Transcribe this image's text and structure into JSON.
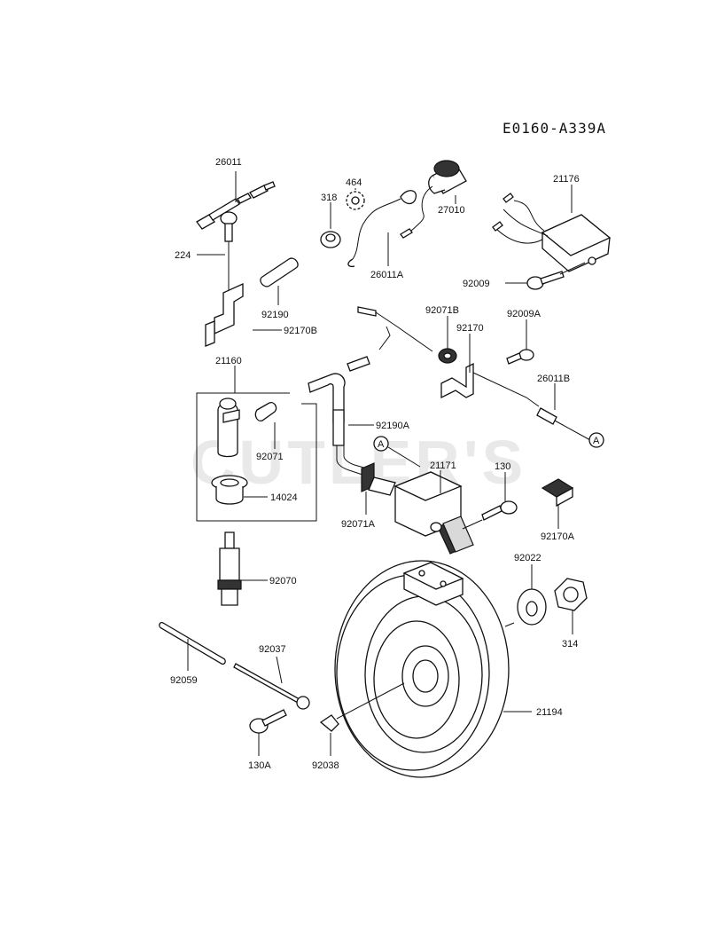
{
  "diagram_code": "E0160-A339A",
  "watermark": "CUTLER'S",
  "parts": [
    {
      "id": "p26011",
      "label": "26011"
    },
    {
      "id": "p318",
      "label": "318"
    },
    {
      "id": "p464",
      "label": "464"
    },
    {
      "id": "p27010",
      "label": "27010"
    },
    {
      "id": "p21176",
      "label": "21176"
    },
    {
      "id": "p224",
      "label": "224"
    },
    {
      "id": "p26011A",
      "label": "26011A"
    },
    {
      "id": "p92009",
      "label": "92009"
    },
    {
      "id": "p92190",
      "label": "92190"
    },
    {
      "id": "p92170B",
      "label": "92170B"
    },
    {
      "id": "p92071B",
      "label": "92071B"
    },
    {
      "id": "p92009A",
      "label": "92009A"
    },
    {
      "id": "p92170",
      "label": "92170"
    },
    {
      "id": "p21160",
      "label": "21160"
    },
    {
      "id": "p26011B",
      "label": "26011B"
    },
    {
      "id": "p92190A",
      "label": "92190A"
    },
    {
      "id": "p92071",
      "label": "92071"
    },
    {
      "id": "p21171",
      "label": "21171"
    },
    {
      "id": "p130",
      "label": "130"
    },
    {
      "id": "p14024",
      "label": "14024"
    },
    {
      "id": "p92071A",
      "label": "92071A"
    },
    {
      "id": "p92170A",
      "label": "92170A"
    },
    {
      "id": "p92022",
      "label": "92022"
    },
    {
      "id": "p92070",
      "label": "92070"
    },
    {
      "id": "p314",
      "label": "314"
    },
    {
      "id": "p92037",
      "label": "92037"
    },
    {
      "id": "p92059",
      "label": "92059"
    },
    {
      "id": "p21194",
      "label": "21194"
    },
    {
      "id": "p130A",
      "label": "130A"
    },
    {
      "id": "p92038",
      "label": "92038"
    }
  ],
  "connector_marks": [
    {
      "id": "markA1",
      "label": "A"
    },
    {
      "id": "markA2",
      "label": "A"
    }
  ]
}
